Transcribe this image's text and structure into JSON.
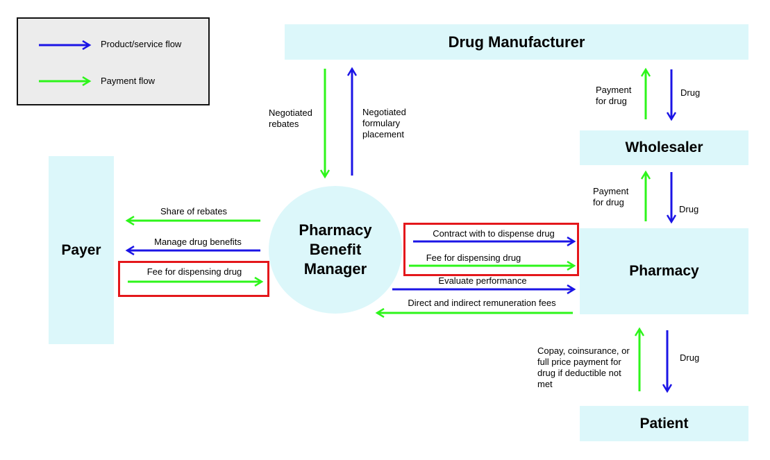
{
  "legend": {
    "product_label": "Product/service flow",
    "payment_label": "Payment flow"
  },
  "colors": {
    "product_flow": "#1b14e6",
    "payment_flow": "#2df51a",
    "node_fill": "#dcf7fa",
    "highlight": "#e4171b"
  },
  "nodes": {
    "manufacturer": "Drug Manufacturer",
    "wholesaler": "Wholesaler",
    "pharmacy": "Pharmacy",
    "patient": "Patient",
    "payer": "Payer",
    "pbm_line1": "Pharmacy",
    "pbm_line2": "Benefit",
    "pbm_line3": "Manager"
  },
  "flows": {
    "negotiated_rebates_1": "Negotiated",
    "negotiated_rebates_2": "rebates",
    "formulary_1": "Negotiated",
    "formulary_2": "formulary",
    "formulary_3": "placement",
    "wm_payment_1": "Payment",
    "wm_payment_2": "for drug",
    "wm_drug": "Drug",
    "pw_payment_1": "Payment",
    "pw_payment_2": "for drug",
    "pw_drug": "Drug",
    "share_rebates": "Share of rebates",
    "manage_benefits": "Manage drug benefits",
    "payer_fee": "Fee for dispensing drug",
    "contract": "Contract with to dispense drug",
    "pbm_fee": "Fee for dispensing drug",
    "evaluate": "Evaluate performance",
    "remuneration": "Direct and indirect remuneration fees",
    "copay_1": "Copay, coinsurance, or",
    "copay_2": "full price payment for",
    "copay_3": "drug if deductible not",
    "copay_4": "met",
    "patient_drug": "Drug"
  }
}
